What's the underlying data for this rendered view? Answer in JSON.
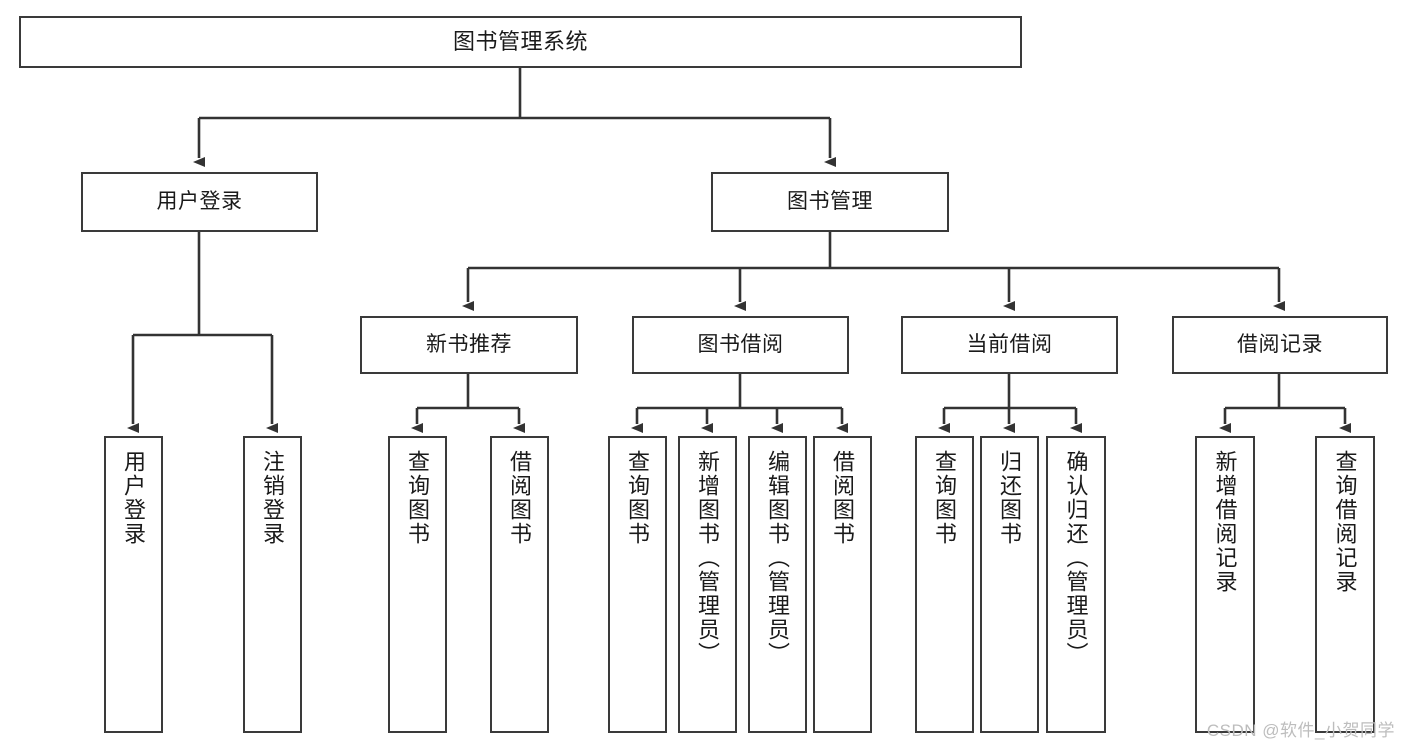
{
  "diagram": {
    "title": "图书管理系统",
    "type": "tree-hierarchy",
    "colors": {
      "box_border": "#3a3a3a",
      "box_fill": "#ffffff",
      "edge": "#333333",
      "text": "#1a1a1a",
      "watermark": "#bdbdbd",
      "background": "#ffffff"
    },
    "nodes": {
      "root": {
        "label": "图书管理系统",
        "level": 1,
        "orientation": "horizontal"
      },
      "user_login": {
        "label": "用户登录",
        "level": 2,
        "orientation": "horizontal"
      },
      "book_manage": {
        "label": "图书管理",
        "level": 2,
        "orientation": "horizontal"
      },
      "new_book_rec": {
        "label": "新书推荐",
        "level": 3,
        "orientation": "horizontal"
      },
      "book_borrow": {
        "label": "图书借阅",
        "level": 3,
        "orientation": "horizontal"
      },
      "current_borrow": {
        "label": "当前借阅",
        "level": 3,
        "orientation": "horizontal"
      },
      "borrow_record": {
        "label": "借阅记录",
        "level": 3,
        "orientation": "horizontal"
      },
      "leaf_user_login": {
        "label": "用户登录",
        "level": 4,
        "orientation": "vertical"
      },
      "leaf_logout": {
        "label": "注销登录",
        "level": 4,
        "orientation": "vertical"
      },
      "leaf_query_book_a": {
        "label": "查询图书",
        "level": 4,
        "orientation": "vertical"
      },
      "leaf_borrow_book_a": {
        "label": "借阅图书",
        "level": 4,
        "orientation": "vertical"
      },
      "leaf_query_book_b": {
        "label": "查询图书",
        "level": 4,
        "orientation": "vertical"
      },
      "leaf_add_book": {
        "label": "新增图书（管理员）",
        "level": 4,
        "orientation": "vertical"
      },
      "leaf_edit_book": {
        "label": "编辑图书（管理员）",
        "level": 4,
        "orientation": "vertical"
      },
      "leaf_borrow_book_b": {
        "label": "借阅图书",
        "level": 4,
        "orientation": "vertical"
      },
      "leaf_query_book_c": {
        "label": "查询图书",
        "level": 4,
        "orientation": "vertical"
      },
      "leaf_return_book": {
        "label": "归还图书",
        "level": 4,
        "orientation": "vertical"
      },
      "leaf_confirm_return": {
        "label": "确认归还（管理员）",
        "level": 4,
        "orientation": "vertical"
      },
      "leaf_add_record": {
        "label": "新增借阅记录",
        "level": 4,
        "orientation": "vertical"
      },
      "leaf_query_record": {
        "label": "查询借阅记录",
        "level": 4,
        "orientation": "vertical"
      }
    },
    "edges": [
      {
        "from": "root",
        "to": "user_login"
      },
      {
        "from": "root",
        "to": "book_manage"
      },
      {
        "from": "book_manage",
        "to": "new_book_rec"
      },
      {
        "from": "book_manage",
        "to": "book_borrow"
      },
      {
        "from": "book_manage",
        "to": "current_borrow"
      },
      {
        "from": "book_manage",
        "to": "borrow_record"
      },
      {
        "from": "user_login",
        "to": "leaf_user_login"
      },
      {
        "from": "user_login",
        "to": "leaf_logout"
      },
      {
        "from": "new_book_rec",
        "to": "leaf_query_book_a"
      },
      {
        "from": "new_book_rec",
        "to": "leaf_borrow_book_a"
      },
      {
        "from": "book_borrow",
        "to": "leaf_query_book_b"
      },
      {
        "from": "book_borrow",
        "to": "leaf_add_book"
      },
      {
        "from": "book_borrow",
        "to": "leaf_edit_book"
      },
      {
        "from": "book_borrow",
        "to": "leaf_borrow_book_b"
      },
      {
        "from": "current_borrow",
        "to": "leaf_query_book_c"
      },
      {
        "from": "current_borrow",
        "to": "leaf_return_book"
      },
      {
        "from": "current_borrow",
        "to": "leaf_confirm_return"
      },
      {
        "from": "borrow_record",
        "to": "leaf_add_record"
      },
      {
        "from": "borrow_record",
        "to": "leaf_query_record"
      }
    ]
  },
  "watermark": {
    "text": "CSDN @软件_小贺同学"
  }
}
